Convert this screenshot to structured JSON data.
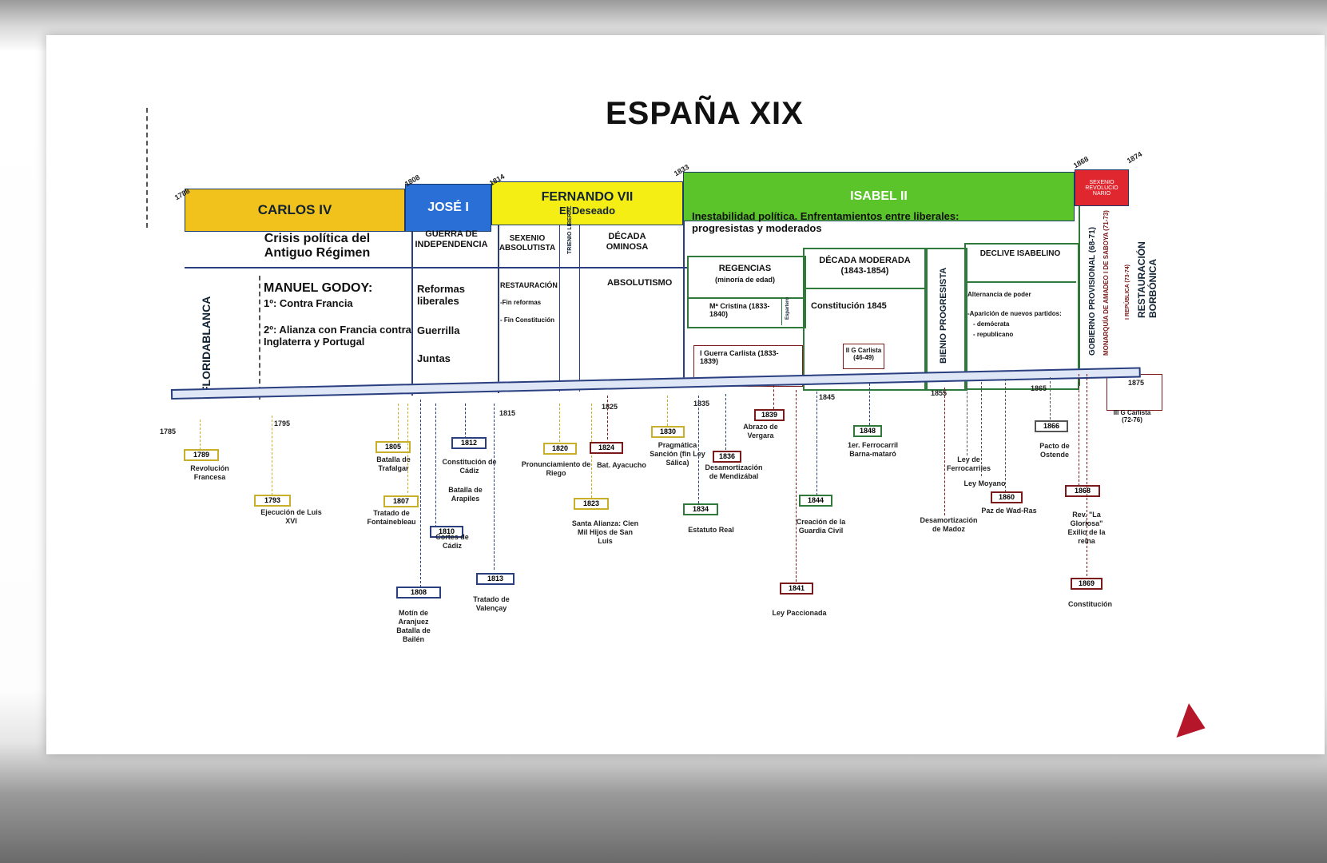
{
  "title": "ESPAÑA XIX",
  "reigns": [
    {
      "label": "CARLOS IV",
      "sub": "",
      "color": "#f1c21b",
      "start": "1788"
    },
    {
      "label": "JOSÉ I",
      "sub": "",
      "color": "#2a6fd6",
      "start": "1808"
    },
    {
      "label": "FERNANDO VII",
      "sub": "El Deseado",
      "color": "#f4ee14",
      "start": "1814"
    },
    {
      "label": "ISABEL II",
      "sub": "",
      "color": "#5ac42a",
      "start": "1833"
    },
    {
      "label": "SEXENIO REVOLUCIO NARIO",
      "sub": "",
      "color": "#e0262e",
      "start": "1868"
    }
  ],
  "end_year": "1874",
  "periods": {
    "carlos": "Crisis política del Antiguo Régimen",
    "jose": "GUERRA DE INDEPENDENCIA",
    "sexenio": "SEXENIO ABSOLUTISTA",
    "trienio": "TRIENIO LIBERAL",
    "ominosa": "DÉCADA OMINOSA",
    "isabel": "Inestabilidad política. Enfrentamientos entre liberales: progresistas y moderados"
  },
  "details": {
    "floridablanca": "FLORIDABLANCA",
    "godoy": "MANUEL GODOY:",
    "godoy1": "1º: Contra Francia",
    "godoy2": "2º: Alianza con Francia contra Inglaterra y Portugal",
    "reformas": "Reformas liberales",
    "guerrilla": "Guerrilla",
    "juntas": "Juntas",
    "restauracion": "RESTAURACIÓN",
    "fin_reformas": "-Fin reformas",
    "fin_constitucion": "- Fin Constitución",
    "absolutismo": "ABSOLUTISMO",
    "regencias": "REGENCIAS",
    "regencias_sub": "(minoría de edad)",
    "maria_cristina": "Mª Cristina (1833-1840)",
    "espartero": "Espartero",
    "guerra_carlista1": "I Guerra Carlista (1833-1839)",
    "decada_moderada": "DÉCADA MODERADA (1843-1854)",
    "constitucion_1845": "Constitución 1845",
    "guerra_carlista2": "II G Carlista (46-49)",
    "bienio": "BIENIO PROGRESISTA",
    "declive": "DECLIVE ISABELINO",
    "alternancia": "Alternancia de poder",
    "nuevos_partidos": "-Aparición de nuevos partidos:",
    "democrata": "- demócrata",
    "republicano": "- republicano",
    "gobierno_provisional": "GOBIERNO PROVISIONAL (68-71)",
    "amadeo": "MONARQUÍA DE AMADEO I DE SABOYA (71-73)",
    "republica": "I REPÚBLICA (73-74)",
    "restauracion_borbonica": "RESTAURACIÓN BORBÓNICA",
    "guerra_carlista3": "III G Carlista (72-76)"
  },
  "axis_years": [
    "1785",
    "1795",
    "1815",
    "1825",
    "1835",
    "1845",
    "1855",
    "1865",
    "1875"
  ],
  "events": [
    {
      "year": "1789",
      "label": "Revolución Francesa"
    },
    {
      "year": "1793",
      "label": "Ejecución de Luis XVI"
    },
    {
      "year": "1805",
      "label": "Batalla de Trafalgar"
    },
    {
      "year": "1807",
      "label": "Tratado de Fontainebleau"
    },
    {
      "year": "1808",
      "label": "Motín de Aranjuez Batalla de Bailén"
    },
    {
      "year": "1810",
      "label": "Cortes de Cádiz"
    },
    {
      "year": "1812",
      "label": "Constitución de Cádiz"
    },
    {
      "year": "",
      "label": "Batalla de Arapiles"
    },
    {
      "year": "1813",
      "label": "Tratado de Valençay"
    },
    {
      "year": "1820",
      "label": "Pronunciamiento de Riego"
    },
    {
      "year": "1823",
      "label": "Santa Alianza: Cien Mil Hijos de San Luis"
    },
    {
      "year": "1824",
      "label": "Bat. Ayacucho"
    },
    {
      "year": "1830",
      "label": "Pragmática Sanción (fin Ley Sálica)"
    },
    {
      "year": "1834",
      "label": "Estatuto Real"
    },
    {
      "year": "1836",
      "label": "Desamortización de Mendizábal"
    },
    {
      "year": "1839",
      "label": "Abrazo de Vergara"
    },
    {
      "year": "1841",
      "label": "Ley Paccionada"
    },
    {
      "year": "1844",
      "label": "Creación de la Guardia Civil"
    },
    {
      "year": "1848",
      "label": "1er. Ferrocarril Barna-mataró"
    },
    {
      "year": "",
      "label": "Desamortización de Madoz"
    },
    {
      "year": "",
      "label": "Ley de Ferrocarriles"
    },
    {
      "year": "",
      "label": "Ley Moyano"
    },
    {
      "year": "1860",
      "label": "Paz de Wad-Ras"
    },
    {
      "year": "1866",
      "label": "Pacto de Ostende"
    },
    {
      "year": "1868",
      "label": "Rev. \"La Gloriosa\" Exilio de la reina"
    },
    {
      "year": "1869",
      "label": "Constitución"
    }
  ]
}
